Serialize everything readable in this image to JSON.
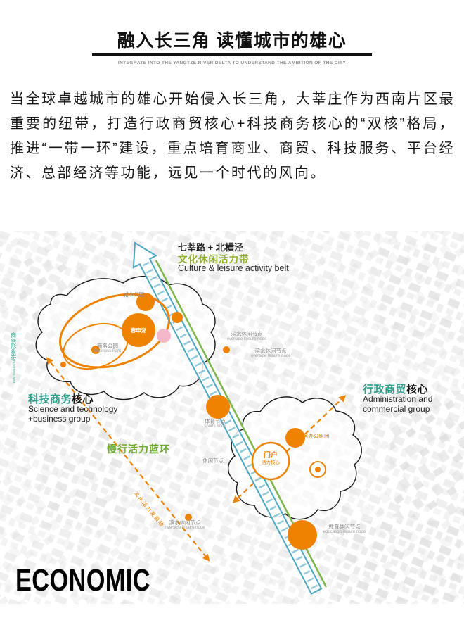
{
  "header": {
    "title": "融入长三角 读懂城市的雄心",
    "subtitle": "INTEGRATE INTO THE YANGTZE RIVER DELTA TO UNDERSTAND THE AMBITION OF THE CITY"
  },
  "intro": {
    "text": "当全球卓越城市的雄心开始侵入长三角，大莘庄作为西南片区最重要的纽带，打造行政商贸核心+科技商务核心的“双核”格局，推进“一带一环”建设，重点培育商业、商贸、科技服务、平台经济、总部经济等功能，远见一个时代的风向。"
  },
  "diagram": {
    "belt": {
      "cn_road": "七莘路 + 北横泾",
      "cn_name": "文化休闲活力带",
      "en": "Culture & leisure activity belt"
    },
    "tech_group": {
      "cn_highlight": "科技商务",
      "cn_suffix": "核心",
      "en_line1": "Science and technology",
      "en_line2": "+business group"
    },
    "admin_group": {
      "cn_highlight": "行政商贸",
      "cn_suffix": "核心",
      "en_line1": "Administration and",
      "en_line2": "commercial group"
    },
    "ring_label": "慢行活力蓝环",
    "center_node": "春申湖",
    "gate_node": {
      "line1": "门户",
      "line2": "活力核心"
    },
    "axis_label": "滨水活力发展轴",
    "nodes": [
      {
        "cn": "城市公园",
        "en": ""
      },
      {
        "cn": "商务公园",
        "en": "Business Park"
      },
      {
        "cn": "商务形象带",
        "en": "business belt"
      },
      {
        "cn": "滨水休闲节点",
        "en": "riverside leisure node"
      },
      {
        "cn": "滨水休闲节点",
        "en": "riverside leisure node"
      },
      {
        "cn": "体育节点",
        "en": "sports node"
      },
      {
        "cn": "商务办公组团",
        "en": ""
      },
      {
        "cn": "休闲节点",
        "en": ""
      },
      {
        "cn": "滨水休闲节点",
        "en": "riverside leisure node"
      },
      {
        "cn": "教育休闲节点",
        "en": "education leisure node"
      }
    ],
    "colors": {
      "orange": "#ef8200",
      "teal": "#2f9f8a",
      "belt_green": "#8fae2c",
      "line_green": "#7ab648",
      "arrow_blue": "#49a7c4"
    }
  },
  "footer": {
    "label": "ECONOMIC"
  }
}
